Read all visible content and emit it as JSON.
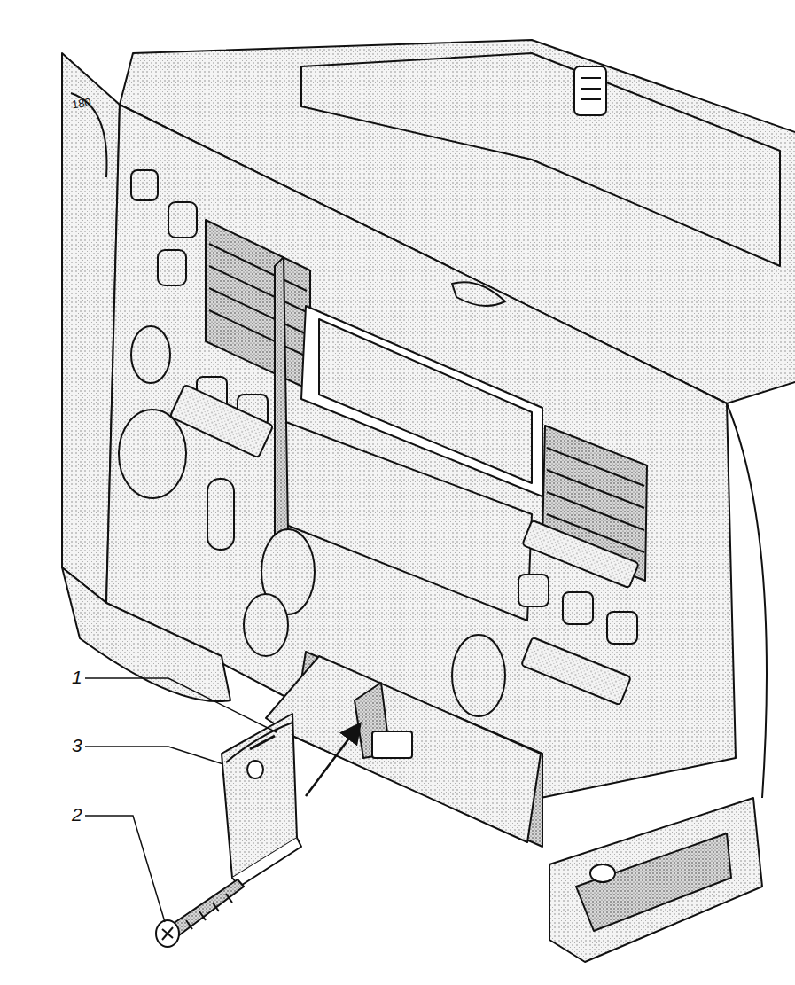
{
  "diagram": {
    "labels": [
      "1",
      "3",
      "2",
      "180"
    ]
  }
}
